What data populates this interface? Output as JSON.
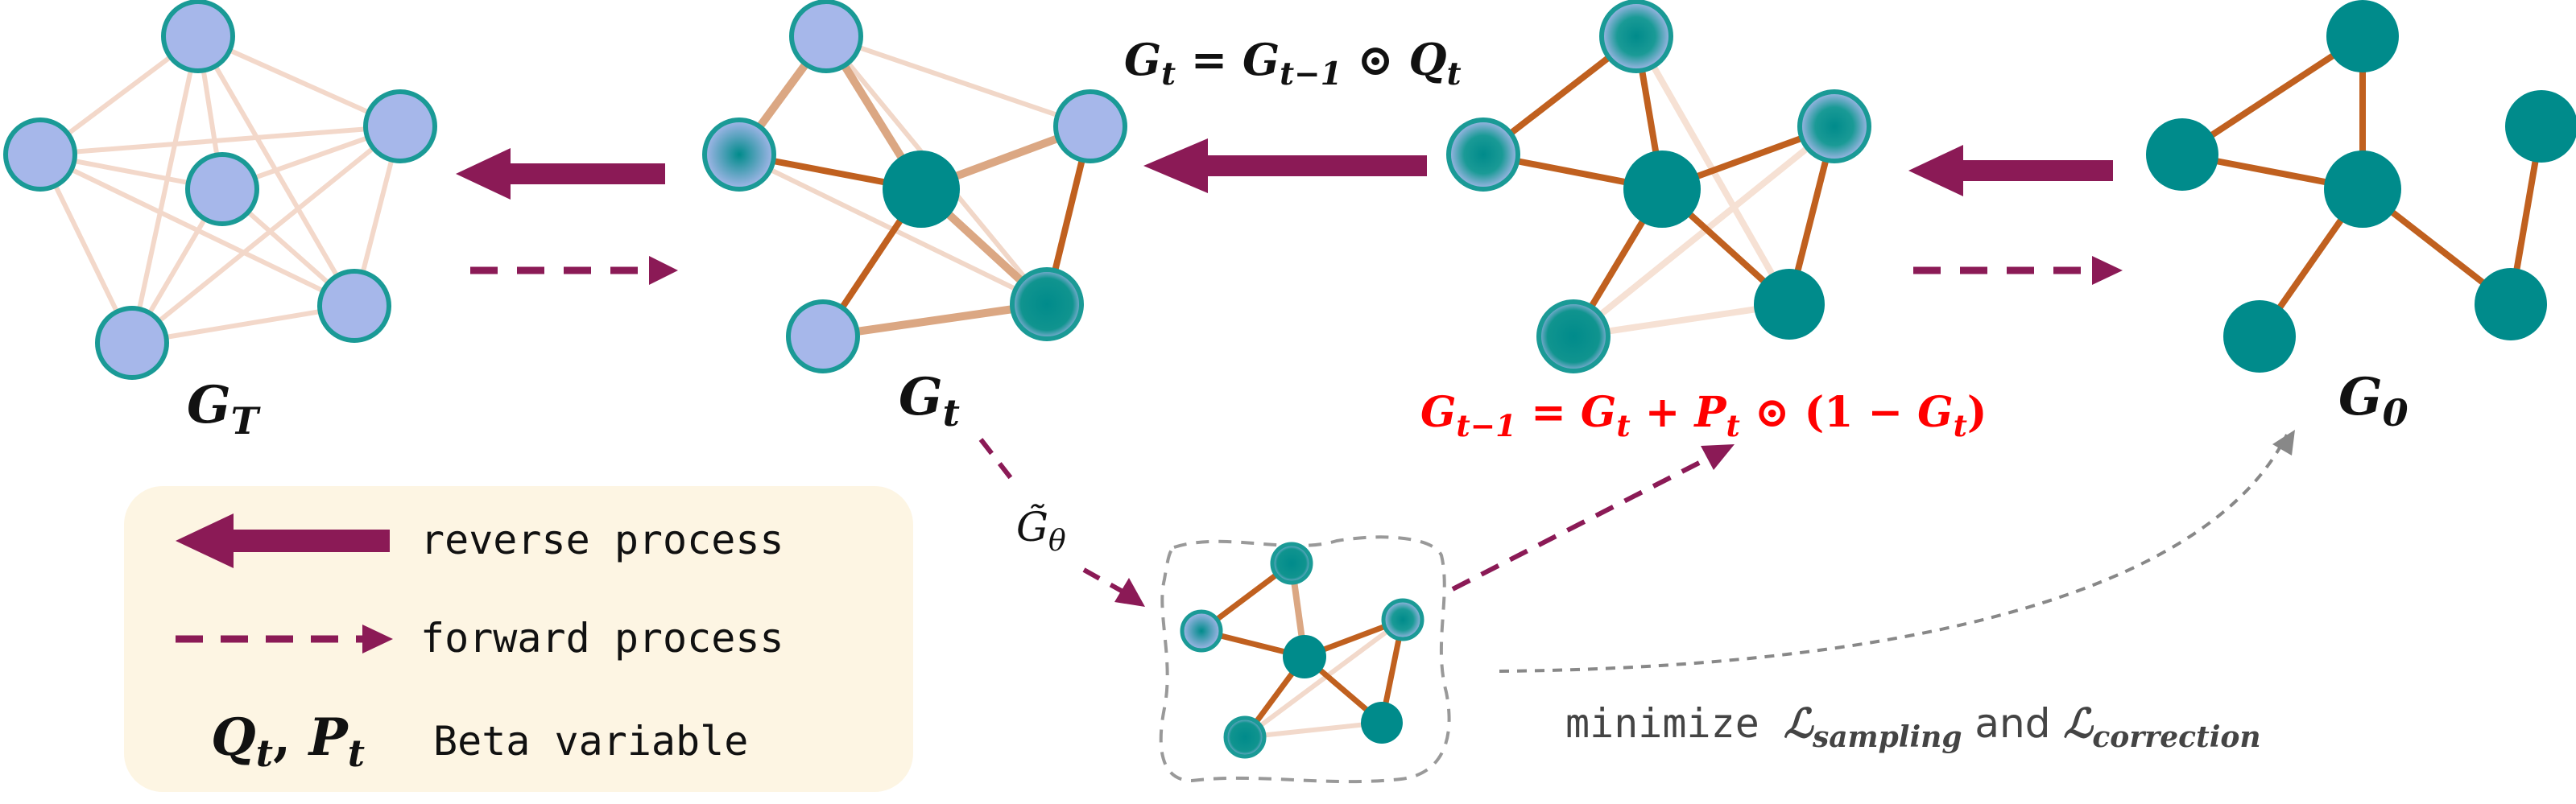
{
  "labels": {
    "gT": "G",
    "gT_sub": "T",
    "gt": "G",
    "gt_sub": "t",
    "g0": "G",
    "g0_sub": "0",
    "gtheta": "G̃",
    "gtheta_sub": "θ"
  },
  "formula_top": {
    "a": "G",
    "a_sub": "t",
    "eq": " = ",
    "b": "G",
    "b_sub": "t−1",
    "odot": " ⊙ ",
    "c": "Q",
    "c_sub": "t"
  },
  "formula_red": {
    "a": "G",
    "a_sub": "t−1",
    "eq": " = ",
    "b": "G",
    "b_sub": "t",
    "plus": " + ",
    "c": "P",
    "c_sub": "t",
    "odot": " ⊙ ",
    "open": "(",
    "one": "1",
    "minus": " − ",
    "d": "G",
    "d_sub": "t",
    "close": ")"
  },
  "legend": {
    "reverse": "reverse process",
    "forward": "forward process",
    "qp_a": "Q",
    "qp_a_sub": "t",
    "comma": ", ",
    "qp_b": "P",
    "qp_b_sub": "t",
    "beta": "Beta variable"
  },
  "loss": {
    "prefix": "minimize ",
    "l1": "ℒ",
    "l1_sub": "sampling",
    "and": " and ",
    "l2": "ℒ",
    "l2_sub": "correction"
  },
  "colors": {
    "arrow": "#8b1a56",
    "teal": "#008b8b",
    "teal_ring": "#1a9a96",
    "lavender": "#a6b7ea",
    "edge": "#c0601f",
    "edge_faint": "#f2d3c2",
    "legend_bg": "#fdf5e3",
    "red": "#ff0000",
    "gray": "#888888"
  }
}
